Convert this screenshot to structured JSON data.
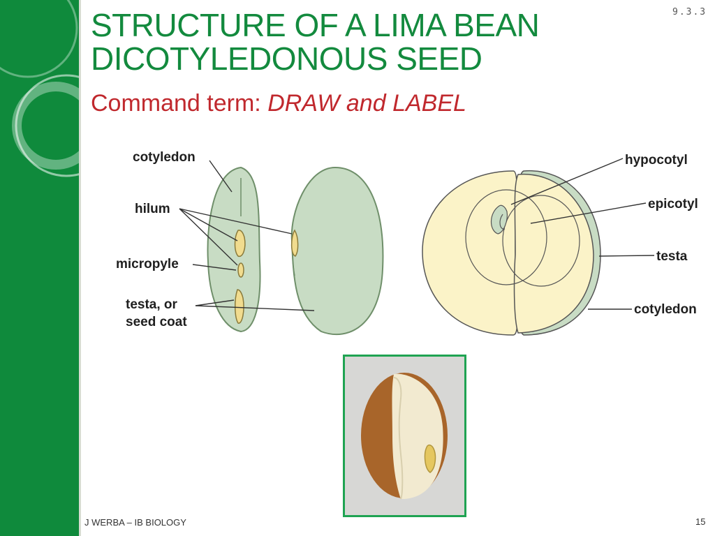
{
  "slide": {
    "code": "9.3.3",
    "title_line1": "STRUCTURE OF A LIMA BEAN",
    "title_line2": "DICOTYLEDONOUS SEED",
    "subtitle_prefix": "Command term: ",
    "subtitle_italic": "DRAW and LABEL",
    "footer_author": "J WERBA – IB BIOLOGY",
    "page_number": "15"
  },
  "diagram": {
    "left_labels": {
      "cotyledon": "cotyledon",
      "hilum": "hilum",
      "micropyle": "micropyle",
      "testa_line1": "testa, or",
      "testa_line2": "seed coat"
    },
    "right_labels": {
      "hypocotyl": "hypocotyl",
      "epicotyl": "epicotyl",
      "testa": "testa",
      "cotyledon": "cotyledon"
    }
  },
  "colors": {
    "sidebar": "#0f8a3c",
    "title": "#138a3e",
    "subtitle": "#c0282d",
    "seed_coat": "#c8dcc4",
    "cotyledon_fill": "#fbf3c8",
    "photo_border": "#1fa352"
  }
}
